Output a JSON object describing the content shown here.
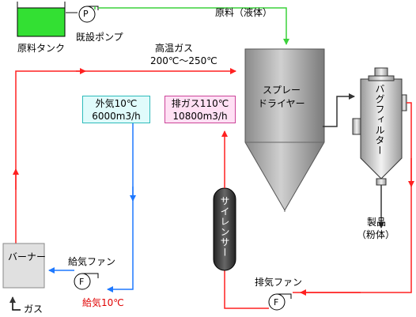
{
  "equipment": {
    "raw_tank": "原料タンク",
    "existing_pump": "既設ポンプ",
    "pump_symbol": "P",
    "spray_dryer_line1": "スプレー",
    "spray_dryer_line2": "ドライヤー",
    "bag_filter": "バグフィルター",
    "silencer": "サイレンサー",
    "burner": "バーナー",
    "supply_fan": "給気ファン",
    "exhaust_fan": "排気ファン",
    "fan_symbol": "F"
  },
  "flows": {
    "raw_liquid": "原料（液体）",
    "hot_gas_label": "高温ガス",
    "hot_gas_temp": "200℃～250℃",
    "outside_air_line1": "外気10℃",
    "outside_air_line2": "6000m3/h",
    "exhaust_gas_line1": "排ガス110℃",
    "exhaust_gas_line2": "10800m3/h",
    "product_line1": "製品",
    "product_line2": "（粉体）",
    "supply_air": "給気10℃",
    "gas": "ガス"
  },
  "colors": {
    "red_line": "#ff2020",
    "blue_line": "#1e78ff",
    "green_line": "#3cd23c",
    "tank_fill": "#33e033",
    "dryer_gray": "#a0a0a0",
    "outside_box_fill": "#e0fbfb",
    "exhaust_box_fill": "#ffe0f4"
  }
}
